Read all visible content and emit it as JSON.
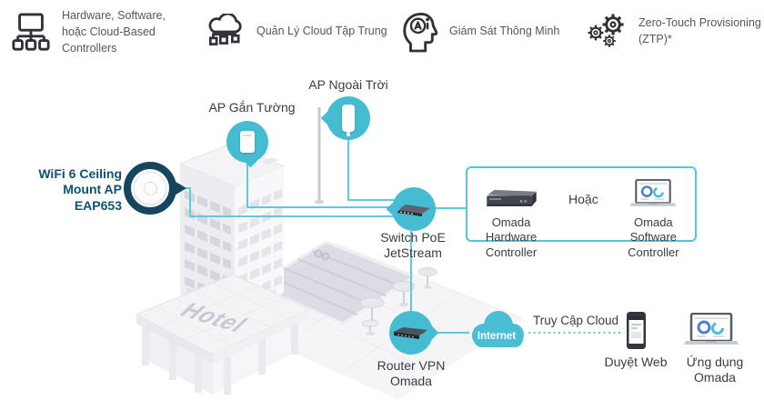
{
  "colors": {
    "accent_teal": "#45bcd2",
    "line_teal": "#5ecbdc",
    "navy_ring": "#16455e",
    "box_border": "#52c5d8",
    "heading_teal": "#0d5174",
    "label_dark": "#3a3c41",
    "muted_gray": "#54565b"
  },
  "features": [
    {
      "icon": "controllers-icon",
      "label": "Hardware, Software,\nhoặc Cloud-Based\nControllers"
    },
    {
      "icon": "cloud-management-icon",
      "label": "Quản Lý Cloud Tập Trung"
    },
    {
      "icon": "ai-monitoring-icon",
      "label": "Giám Sát Thông Minh"
    },
    {
      "icon": "ztp-gears-icon",
      "label": "Zero-Touch Provisioning\n(ZTP)*"
    }
  ],
  "diagram": {
    "building_label": "Hotel",
    "ceiling_ap_label": "WiFi 6 Ceiling\nMount AP\nEAP653",
    "wall_ap_label": "AP Gắn Tường",
    "outdoor_ap_label": "AP Ngoài Trời",
    "switch_label": "Switch PoE\nJetStream",
    "router_label": "Router VPN\nOmada",
    "internet_label": "Internet",
    "controller_box": {
      "hardware_label": "Omada Hardware\nController",
      "or_label": "Hoặc",
      "software_label": "Omada Software\nController"
    },
    "cloud_access_label": "Truy Cập Cloud",
    "web_browse_label": "Duyệt Web",
    "omada_app_label": "Ứng dụng\nOmada"
  }
}
